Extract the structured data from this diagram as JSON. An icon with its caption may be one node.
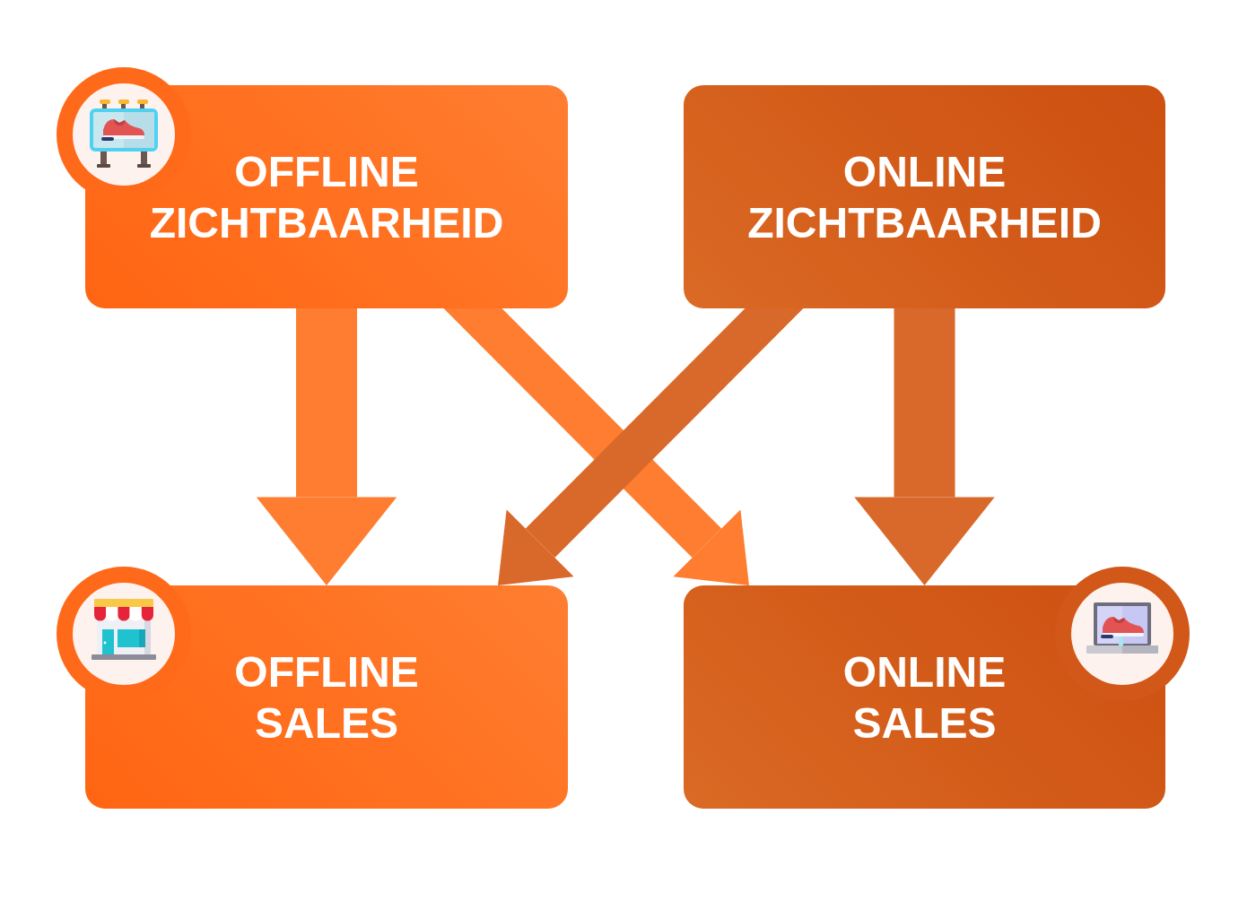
{
  "diagram": {
    "nodes": [
      {
        "text": [
          "OFFLINE ZICHTBAARHEID"
        ]
      },
      {
        "text": [
          "ONLINE ZICHTBAARHEID"
        ]
      },
      {
        "text": [
          "OFFLINE SALES"
        ]
      },
      {
        "text": [
          "ONLINE SALES"
        ]
      }
    ],
    "edges": [
      {
        "from": 0,
        "to": 2,
        "arrow": "to"
      },
      {
        "from": 0,
        "to": 3,
        "arrow": "to"
      },
      {
        "from": 1,
        "to": 2,
        "arrow": "to",
        "color": "#d9692a"
      },
      {
        "from": 1,
        "to": 3,
        "arrow": "to",
        "color": "#d9692a"
      }
    ]
  }
}
